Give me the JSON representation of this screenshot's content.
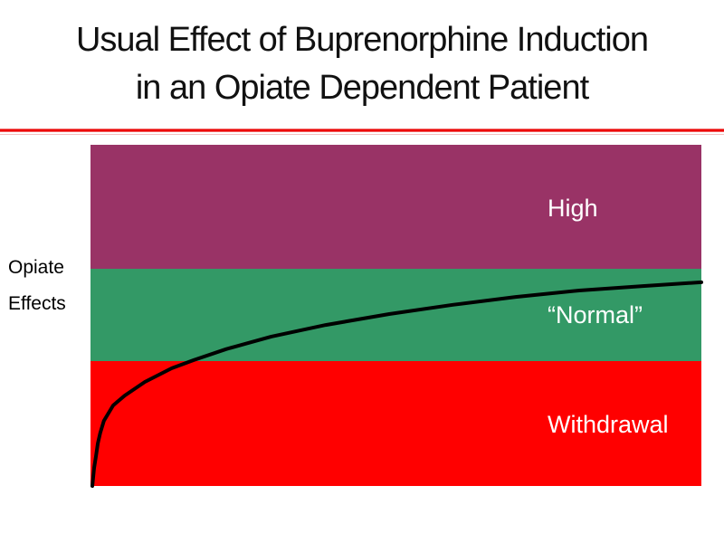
{
  "slide": {
    "title_line1": "Usual Effect of Buprenorphine Induction",
    "title_line2": "in an Opiate Dependent Patient",
    "title_color": "#111111",
    "background_color": "#FFFFFF",
    "separator_color": "#EE0000",
    "separator_shadow_color": "#F2BFBF"
  },
  "chart_data": {
    "type": "line",
    "title": "",
    "xlabel": "",
    "ylabel": "Opiate Effects",
    "ylabel_lines": [
      "Opiate",
      "Effects"
    ],
    "x_axis": {
      "range": [
        0,
        1
      ],
      "ticks": [],
      "grid": false
    },
    "y_axis": {
      "range": [
        0,
        1
      ],
      "ticks": [],
      "grid": false
    },
    "legend": "none",
    "bands": [
      {
        "label": "High",
        "color": "#993366",
        "text_color": "#FFFFFF",
        "y_from": 0.637,
        "y_to": 1.0
      },
      {
        "label": "“Normal”",
        "color": "#339966",
        "text_color": "#FFFFFF",
        "y_from": 0.366,
        "y_to": 0.637
      },
      {
        "label": "Withdrawal",
        "color": "#FF0000",
        "text_color": "#FFFFFF",
        "y_from": 0.0,
        "y_to": 0.366
      }
    ],
    "series": [
      {
        "name": "opiate-effect-over-time",
        "color": "#000000",
        "stroke_width": 4,
        "points": [
          [
            0.003,
            0.0
          ],
          [
            0.006,
            0.053
          ],
          [
            0.009,
            0.088
          ],
          [
            0.012,
            0.125
          ],
          [
            0.016,
            0.156
          ],
          [
            0.022,
            0.191
          ],
          [
            0.037,
            0.236
          ],
          [
            0.056,
            0.265
          ],
          [
            0.089,
            0.305
          ],
          [
            0.133,
            0.345
          ],
          [
            0.169,
            0.369
          ],
          [
            0.222,
            0.401
          ],
          [
            0.296,
            0.438
          ],
          [
            0.385,
            0.472
          ],
          [
            0.489,
            0.504
          ],
          [
            0.593,
            0.531
          ],
          [
            0.696,
            0.554
          ],
          [
            0.8,
            0.573
          ],
          [
            0.904,
            0.586
          ],
          [
            1.0,
            0.597
          ]
        ]
      }
    ]
  }
}
